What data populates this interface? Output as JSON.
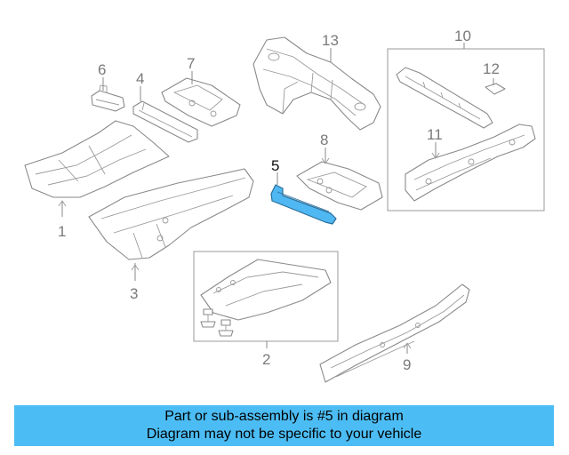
{
  "callouts": {
    "c1": "1",
    "c2": "2",
    "c3": "3",
    "c4": "4",
    "c5": "5",
    "c6": "6",
    "c7": "7",
    "c8": "8",
    "c9": "9",
    "c10": "10",
    "c11": "11",
    "c12": "12",
    "c13": "13"
  },
  "highlighted_part": "5",
  "colors": {
    "highlight": "#4fb7f2",
    "banner": "#4cbdf4",
    "line": "#8a8a8a"
  },
  "banner": {
    "line1": "Part or sub-assembly is #5 in diagram",
    "line2": "Diagram may not be specific to your vehicle"
  }
}
